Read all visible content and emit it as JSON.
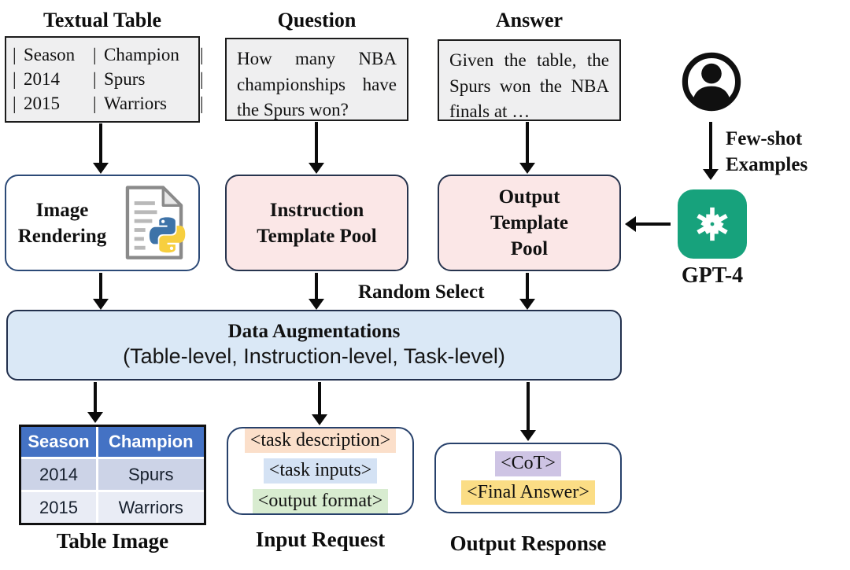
{
  "diagram": {
    "top": {
      "textual_table": {
        "title": "Textual Table",
        "pipe": "|",
        "rows": [
          [
            "Season",
            "Champion"
          ],
          [
            "2014",
            "Spurs"
          ],
          [
            "2015",
            "Warriors"
          ]
        ]
      },
      "question": {
        "title": "Question",
        "text": "How many NBA championships have the Spurs won?"
      },
      "answer": {
        "title": "Answer",
        "text": "Given the table, the Spurs won the NBA finals at …"
      }
    },
    "middle": {
      "image_rendering_label": "Image Rendering",
      "instruction_pool_label": "Instruction Template Pool",
      "output_pool_label": "Output Template Pool"
    },
    "right": {
      "few_shot_label": "Few-shot Examples",
      "gpt_label": "GPT-4"
    },
    "random_select_label": "Random Select",
    "augmentation": {
      "title": "Data Augmentations",
      "subtitle": "(Table-level, Instruction-level, Task-level)"
    },
    "bottom": {
      "table_image": {
        "caption": "Table Image",
        "header": [
          "Season",
          "Champion"
        ],
        "rows": [
          [
            "2014",
            "Spurs"
          ],
          [
            "2015",
            "Warriors"
          ]
        ]
      },
      "input_request": {
        "caption": "Input Request",
        "items": [
          "<task description>",
          "<task inputs>",
          "<output format>"
        ]
      },
      "output_response": {
        "caption": "Output Response",
        "items": [
          "<CoT>",
          "<Final Answer>"
        ]
      }
    },
    "icons": {
      "person": "person-icon",
      "openai": "openai-logo-icon",
      "python_file": "python-file-icon"
    },
    "colors": {
      "template_pool_bg": "#fbe7e7",
      "augmentation_bg": "#dae8f6",
      "table_header_bg": "#4472c4",
      "table_row_odd_bg": "#ccd3e7",
      "table_row_even_bg": "#e9ecf5",
      "openai_green": "#17a27c",
      "highlight_task_description": "#fbdfca",
      "highlight_task_inputs": "#d4e2f4",
      "highlight_output_format": "#d8ecd0",
      "highlight_cot": "#cec4e4",
      "highlight_final_answer": "#fbdd85"
    }
  }
}
